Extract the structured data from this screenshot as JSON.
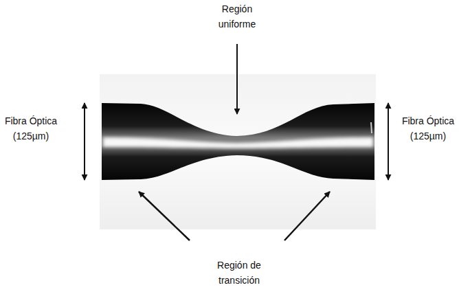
{
  "diagram": {
    "labels": [
      "Región uniforme",
      "Fibra Óptica (125µm)",
      "Fibra Óptica (125µm)",
      "Región de transición"
    ]
  }
}
